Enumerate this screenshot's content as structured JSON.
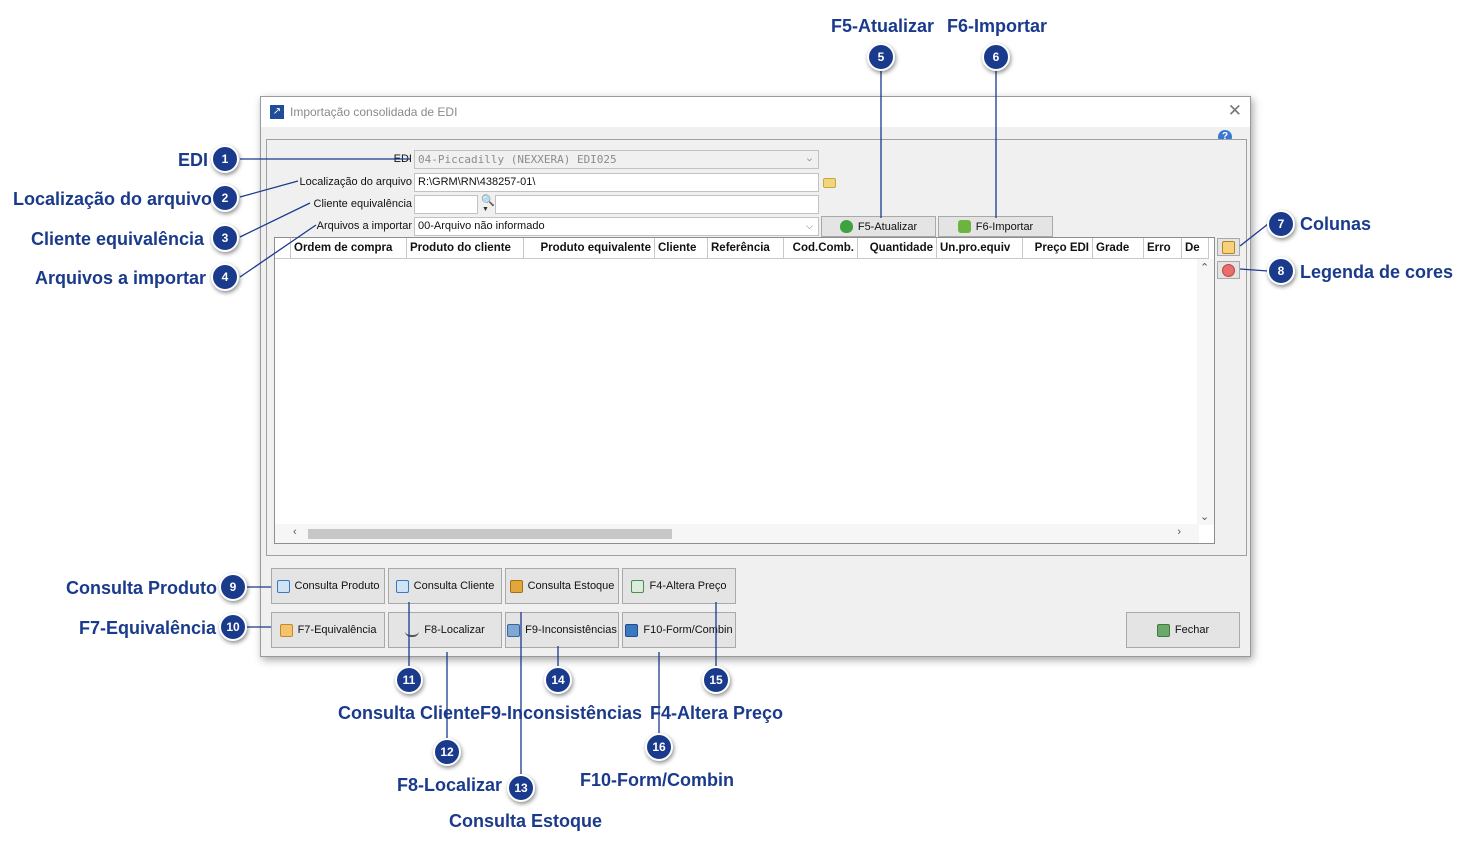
{
  "annotations": {
    "f5": {
      "label": "F5-Atualizar",
      "num": "5"
    },
    "f6": {
      "label": "F6-Importar",
      "num": "6"
    },
    "edi": {
      "label": "EDI",
      "num": "1"
    },
    "localizacao": {
      "label": "Localização do arquivo",
      "num": "2"
    },
    "cliente_equiv": {
      "label": "Cliente equivalência",
      "num": "3"
    },
    "arquivos": {
      "label": "Arquivos a importar",
      "num": "4"
    },
    "colunas": {
      "label": "Colunas",
      "num": "7"
    },
    "legenda": {
      "label": "Legenda de cores",
      "num": "8"
    },
    "consulta_produto": {
      "label": "Consulta Produto",
      "num": "9"
    },
    "f7": {
      "label": "F7-Equivalência",
      "num": "10"
    },
    "consulta_cliente": {
      "label": "Consulta Cliente",
      "num": "11"
    },
    "f8": {
      "label": "F8-Localizar",
      "num": "12"
    },
    "consulta_estoque": {
      "label": "Consulta Estoque",
      "num": "13"
    },
    "f9": {
      "label": "F9-Inconsistências",
      "num": "14"
    },
    "f4": {
      "label": "F4-Altera Preço",
      "num": "15"
    },
    "f10": {
      "label": "F10-Form/Combin",
      "num": "16"
    }
  },
  "window": {
    "title": "Importação consolidada de EDI",
    "close": "✕",
    "help": "?"
  },
  "form": {
    "edi_label": "EDI",
    "edi_value": "04-Piccadilly (NEXXERA)     EDI025",
    "loc_label": "Localização do arquivo",
    "loc_value": "R:\\GRM\\RN\\438257-01\\",
    "cliente_label": "Cliente equivalência",
    "cliente_code": "",
    "cliente_name": "",
    "arquivos_label": "Arquivos a importar",
    "arquivos_value": "00-Arquivo não informado"
  },
  "toolbar": {
    "atualizar": "F5-Atualizar",
    "importar": "F6-Importar"
  },
  "grid": {
    "columns": [
      "Ordem de compra",
      "Produto do cliente",
      "Produto equivalente",
      "Cliente",
      "Referência",
      "Cod.Comb.",
      "Quantidade",
      "Un.pro.equiv",
      "Preço EDI",
      "Grade",
      "Erro",
      "De"
    ]
  },
  "buttons": {
    "consulta_produto": "Consulta Produto",
    "consulta_cliente": "Consulta Cliente",
    "consulta_estoque": "Consulta Estoque",
    "altera_preco": "F4-Altera Preço",
    "equivalencia": "F7-Equivalência",
    "localizar": "F8-Localizar",
    "inconsistencias": "F9-Inconsistências",
    "form_combin": "F10-Form/Combin",
    "fechar": "Fechar"
  },
  "colors": {
    "annotation": "#1a3a8c",
    "window_bg": "#f0f0f0"
  }
}
